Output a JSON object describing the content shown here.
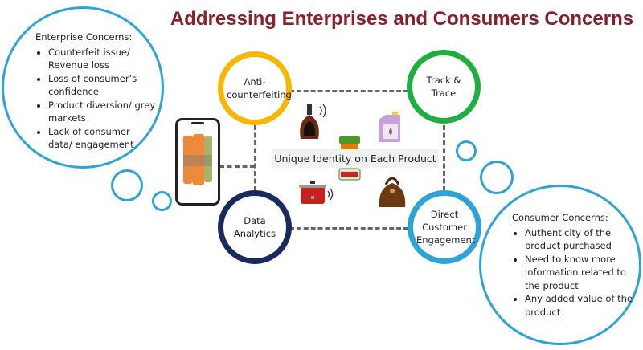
{
  "title": "Addressing Enterprises and Consumers Concerns",
  "enterprise": {
    "heading": "Enterprise Concerns:",
    "items": [
      "Counterfeit issue/ Revenue loss",
      "Loss of consumer’s confidence",
      "Product diversion/ grey markets",
      "Lack of consumer data/ engagement"
    ]
  },
  "consumer": {
    "heading": "Consumer Concerns:",
    "items": [
      "Authenticity of the product purchased",
      "Need to know more information related to the product",
      "Any added value of the product"
    ]
  },
  "pillars": {
    "anti_counterfeiting": {
      "label": "Anti-counterfeiting",
      "color": "#f5b700"
    },
    "track_trace": {
      "label": "Track & Trace",
      "color": "#1fae3f"
    },
    "data_analytics": {
      "label": "Data Analytics",
      "color": "#1b2a5e"
    },
    "customer_engagement": {
      "label": "Direct Customer Engagement",
      "color": "#2ea3d6"
    }
  },
  "center_label": "Unique Identity on Each Product",
  "colors": {
    "title": "#8a1f2c",
    "bubble": "#2ea3d6"
  }
}
